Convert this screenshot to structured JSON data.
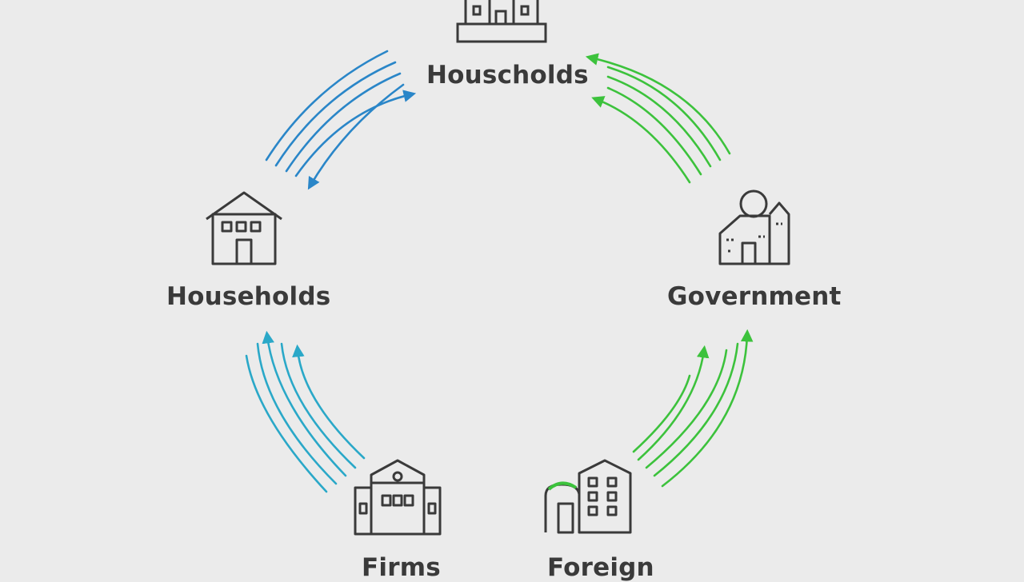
{
  "nodes": {
    "top": {
      "label": "Houscholds",
      "icon": "building-icon"
    },
    "left": {
      "label": "Households",
      "icon": "house-icon"
    },
    "right": {
      "label": "Government",
      "icon": "government-building-icon"
    },
    "bottom_left": {
      "label": "Firms",
      "icon": "firm-building-icon"
    },
    "bottom_right": {
      "label": "Foreign",
      "icon": "foreign-building-icon"
    }
  },
  "colors": {
    "blue_flow": "#2a86c8",
    "cyan_flow": "#2aa8c8",
    "green_flow": "#3cc23c",
    "icon_stroke": "#3a3a3a",
    "background": "#ebebeb"
  }
}
